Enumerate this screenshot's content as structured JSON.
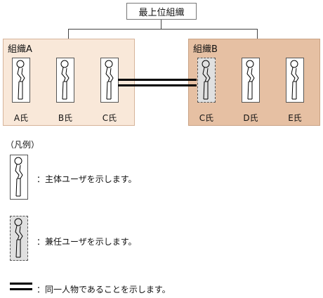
{
  "top_org": "最上位組織",
  "orgs": {
    "a": {
      "label": "組織A",
      "people": [
        "A氏",
        "B氏",
        "C氏"
      ]
    },
    "b": {
      "label": "組織B",
      "people": [
        "C氏",
        "D氏",
        "E氏"
      ]
    }
  },
  "legend": {
    "title": "（凡例）",
    "main_user": "：主体ユーザを示します。",
    "concurrent_user": "：兼任ユーザを示します。",
    "same_person": "：同一人物であることを示します。"
  },
  "colors": {
    "org_a_fill": "#f9e8d9",
    "org_b_fill": "#e6c0a3",
    "concurrent_card_fill": "#e0e0e0"
  },
  "icons": [
    "person-icon",
    "double-line-icon"
  ]
}
